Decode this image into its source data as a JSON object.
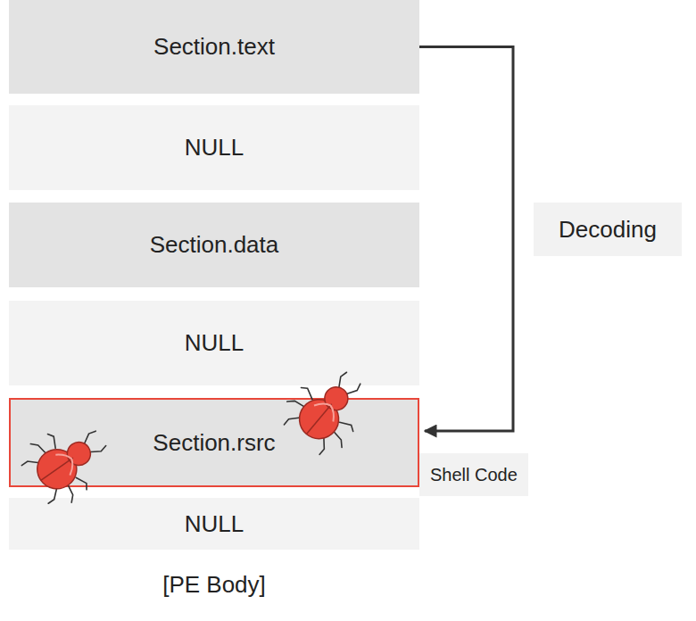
{
  "diagram": {
    "caption": "[PE Body]",
    "nodes": [
      {
        "text": [
          "Section.text"
        ]
      },
      {
        "text": [
          "NULL"
        ]
      },
      {
        "text": [
          "Section.data"
        ]
      },
      {
        "text": [
          "NULL"
        ]
      },
      {
        "text": [
          "Section.rsrc"
        ]
      },
      {
        "text": [
          "NULL"
        ]
      }
    ],
    "edges": [
      {
        "from": 0,
        "to": 4,
        "arrow": "to",
        "label": "Decoding"
      }
    ],
    "labels": [
      "Shell Code"
    ]
  }
}
